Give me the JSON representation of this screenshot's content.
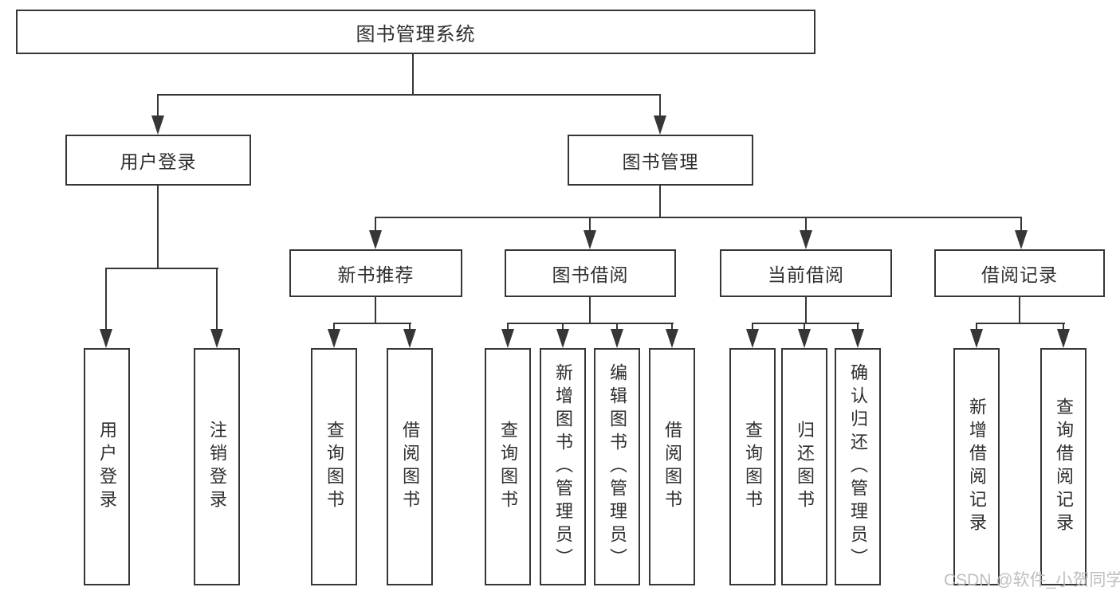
{
  "diagram_type": "hierarchy-tree",
  "tree": {
    "label": "图书管理系统",
    "children": [
      {
        "label": "用户登录",
        "children": [
          {
            "label": "用户登录"
          },
          {
            "label": "注销登录"
          }
        ]
      },
      {
        "label": "图书管理",
        "children": [
          {
            "label": "新书推荐",
            "children": [
              {
                "label": "查询图书"
              },
              {
                "label": "借阅图书"
              }
            ]
          },
          {
            "label": "图书借阅",
            "children": [
              {
                "label": "查询图书"
              },
              {
                "label": "新增图书（管理员）"
              },
              {
                "label": "编辑图书（管理员）"
              },
              {
                "label": "借阅图书"
              }
            ]
          },
          {
            "label": "当前借阅",
            "children": [
              {
                "label": "查询图书"
              },
              {
                "label": "归还图书"
              },
              {
                "label": "确认归还（管理员）"
              }
            ]
          },
          {
            "label": "借阅记录",
            "children": [
              {
                "label": "新增借阅记录"
              },
              {
                "label": "查询借阅记录"
              }
            ]
          }
        ]
      }
    ]
  },
  "watermark": {
    "text": "CSDN @软件_小贺同学"
  },
  "colors": {
    "line": "#363636",
    "box_background": "#ffffff",
    "text": "#2e2e2e",
    "watermark": "#babcc1"
  }
}
